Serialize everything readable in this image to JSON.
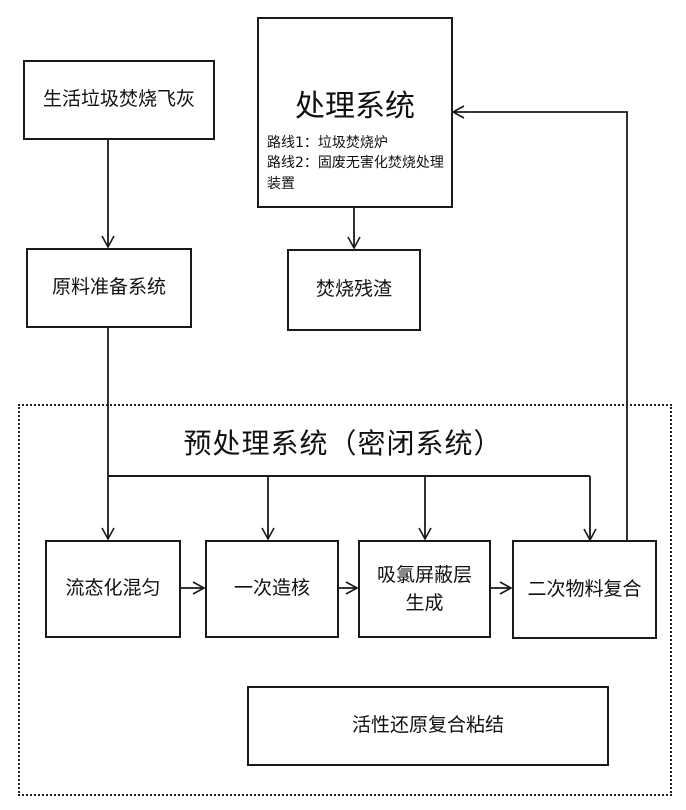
{
  "diagram": {
    "source_box": {
      "label": "生活垃圾焚烧飞灰"
    },
    "prep_box": {
      "label": "原料准备系统"
    },
    "treatment_box": {
      "title": "处理系统",
      "routes": [
        "路线1：垃圾焚烧炉",
        "路线2：固废无害化焚烧处理装置"
      ]
    },
    "residue_box": {
      "label": "焚烧残渣"
    },
    "pretreatment_region": {
      "title": "预处理系统（密闭系统）",
      "steps": [
        {
          "label": "流态化混匀"
        },
        {
          "label": "一次造核"
        },
        {
          "label": "吸氯屏蔽层生成"
        },
        {
          "label": "二次物料复合"
        }
      ],
      "bottom_step": {
        "label": "活性还原复合粘结"
      }
    }
  },
  "colors": {
    "line": "#1a1a1a",
    "background": "#ffffff"
  }
}
